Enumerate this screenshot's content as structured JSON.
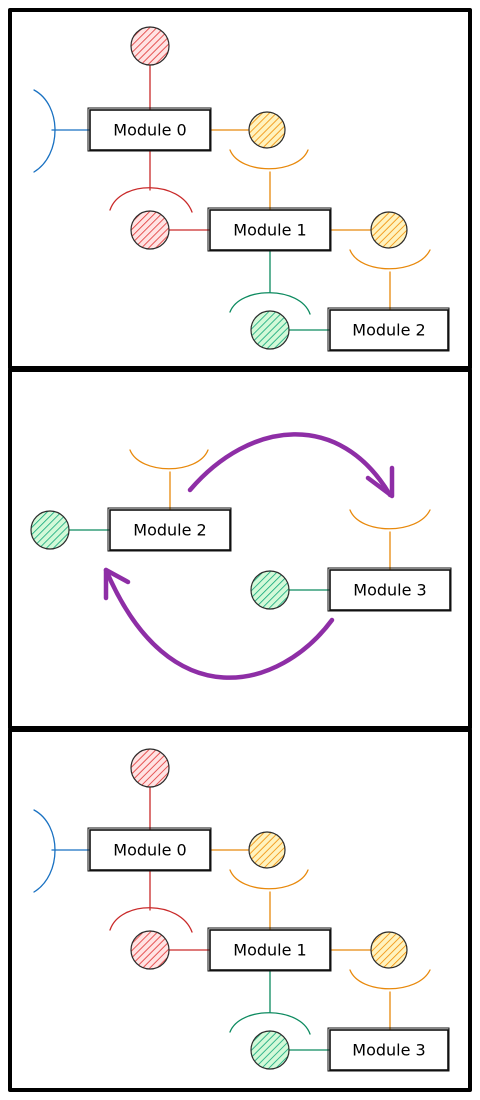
{
  "panels": [
    {
      "modules": [
        "Module 0",
        "Module 1",
        "Module 2"
      ]
    },
    {
      "modules": [
        "Module 2",
        "Module 3"
      ]
    },
    {
      "modules": [
        "Module 0",
        "Module 1",
        "Module 3"
      ]
    }
  ],
  "colors": {
    "provided_red": "#c92a2a",
    "provided_orange": "#e8890c",
    "provided_green": "#0c8a5f",
    "required_blue": "#1971c2",
    "swap_arrow": "#8e2ea6"
  }
}
